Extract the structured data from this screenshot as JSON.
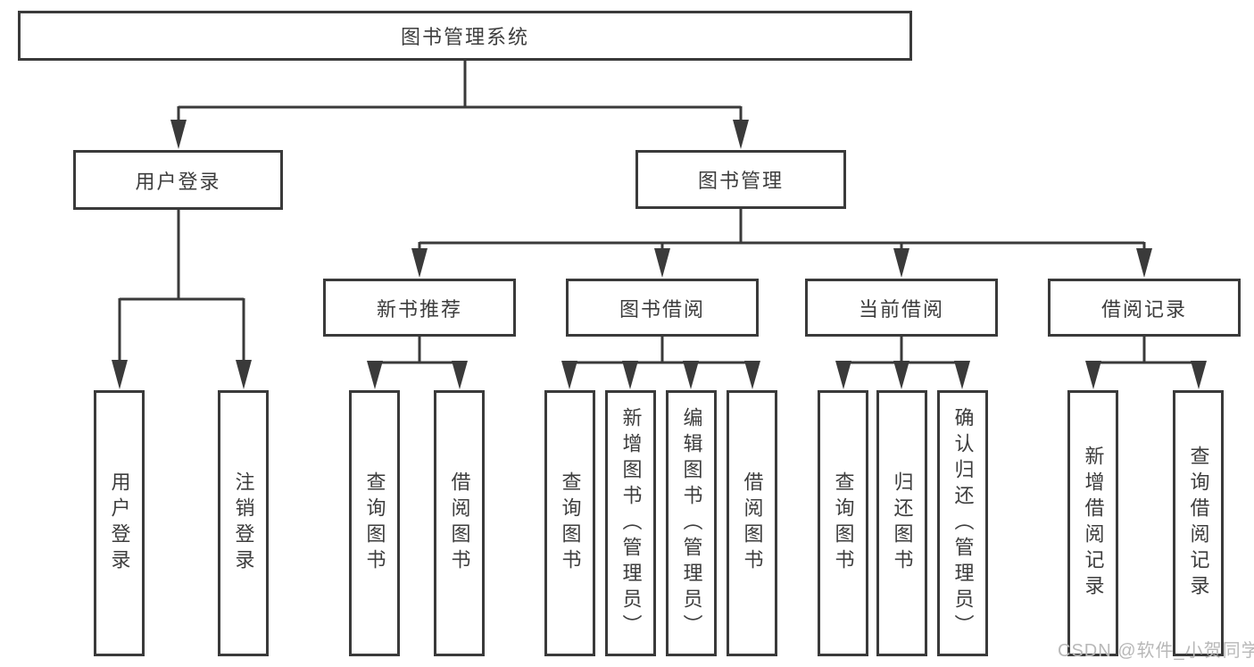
{
  "diagram": {
    "root": {
      "label": "图书管理系统"
    },
    "level2": [
      {
        "label": "用户登录"
      },
      {
        "label": "图书管理"
      }
    ],
    "level3": [
      {
        "label": "新书推荐",
        "parent": "图书管理"
      },
      {
        "label": "图书借阅",
        "parent": "图书管理"
      },
      {
        "label": "当前借阅",
        "parent": "图书管理"
      },
      {
        "label": "借阅记录",
        "parent": "图书管理"
      }
    ],
    "leaves": [
      {
        "label": "用户登录",
        "parent": "用户登录"
      },
      {
        "label": "注销登录",
        "parent": "用户登录"
      },
      {
        "label": "查询图书",
        "parent": "新书推荐"
      },
      {
        "label": "借阅图书",
        "parent": "新书推荐"
      },
      {
        "label": "查询图书",
        "parent": "图书借阅"
      },
      {
        "label": "新增图书（管理员）",
        "parent": "图书借阅"
      },
      {
        "label": "编辑图书（管理员）",
        "parent": "图书借阅"
      },
      {
        "label": "借阅图书",
        "parent": "图书借阅"
      },
      {
        "label": "查询图书",
        "parent": "当前借阅"
      },
      {
        "label": "归还图书",
        "parent": "当前借阅"
      },
      {
        "label": "确认归还（管理员）",
        "parent": "当前借阅"
      },
      {
        "label": "新增借阅记录",
        "parent": "借阅记录"
      },
      {
        "label": "查询借阅记录",
        "parent": "借阅记录"
      }
    ]
  },
  "watermark": {
    "text": "CSDN @软件_小贺同学"
  },
  "colors": {
    "line": "#3a3a3a",
    "text": "#3d3d3d",
    "watermark": "#b8b8b8",
    "background": "#ffffff"
  }
}
